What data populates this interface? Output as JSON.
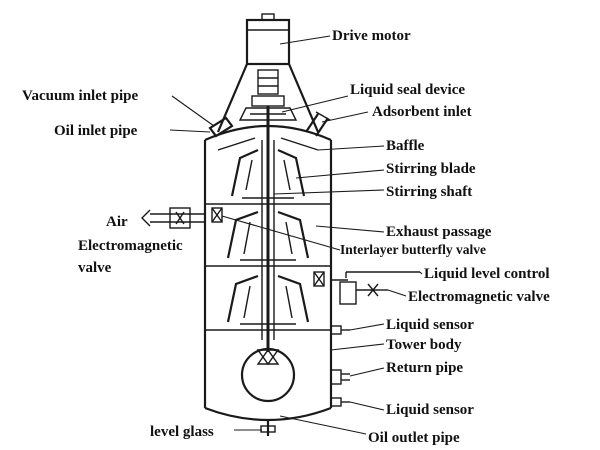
{
  "labels": {
    "drive_motor": "Drive motor",
    "vacuum_inlet_pipe": "Vacuum inlet pipe",
    "liquid_seal_device": "Liquid seal device",
    "adsorbent_inlet": "Adsorbent inlet",
    "oil_inlet_pipe": "Oil inlet pipe",
    "baffle": "Baffle",
    "stirring_blade": "Stirring blade",
    "stirring_shaft": "Stirring shaft",
    "air": "Air",
    "electromagnetic_valve_left_1": "Electromagnetic",
    "electromagnetic_valve_left_2": "valve",
    "exhaust_passage": "Exhaust passage",
    "interlayer_butterfly_valve": "Interlayer butterfly valve",
    "liquid_level_control": "Liquid level control",
    "electromagnetic_valve_right": "Electromagnetic valve",
    "liquid_sensor_upper": "Liquid sensor",
    "tower_body": "Tower body",
    "return_pipe": "Return pipe",
    "liquid_sensor_lower": "Liquid sensor",
    "level_glass": "level glass",
    "oil_outlet_pipe": "Oil outlet pipe"
  }
}
